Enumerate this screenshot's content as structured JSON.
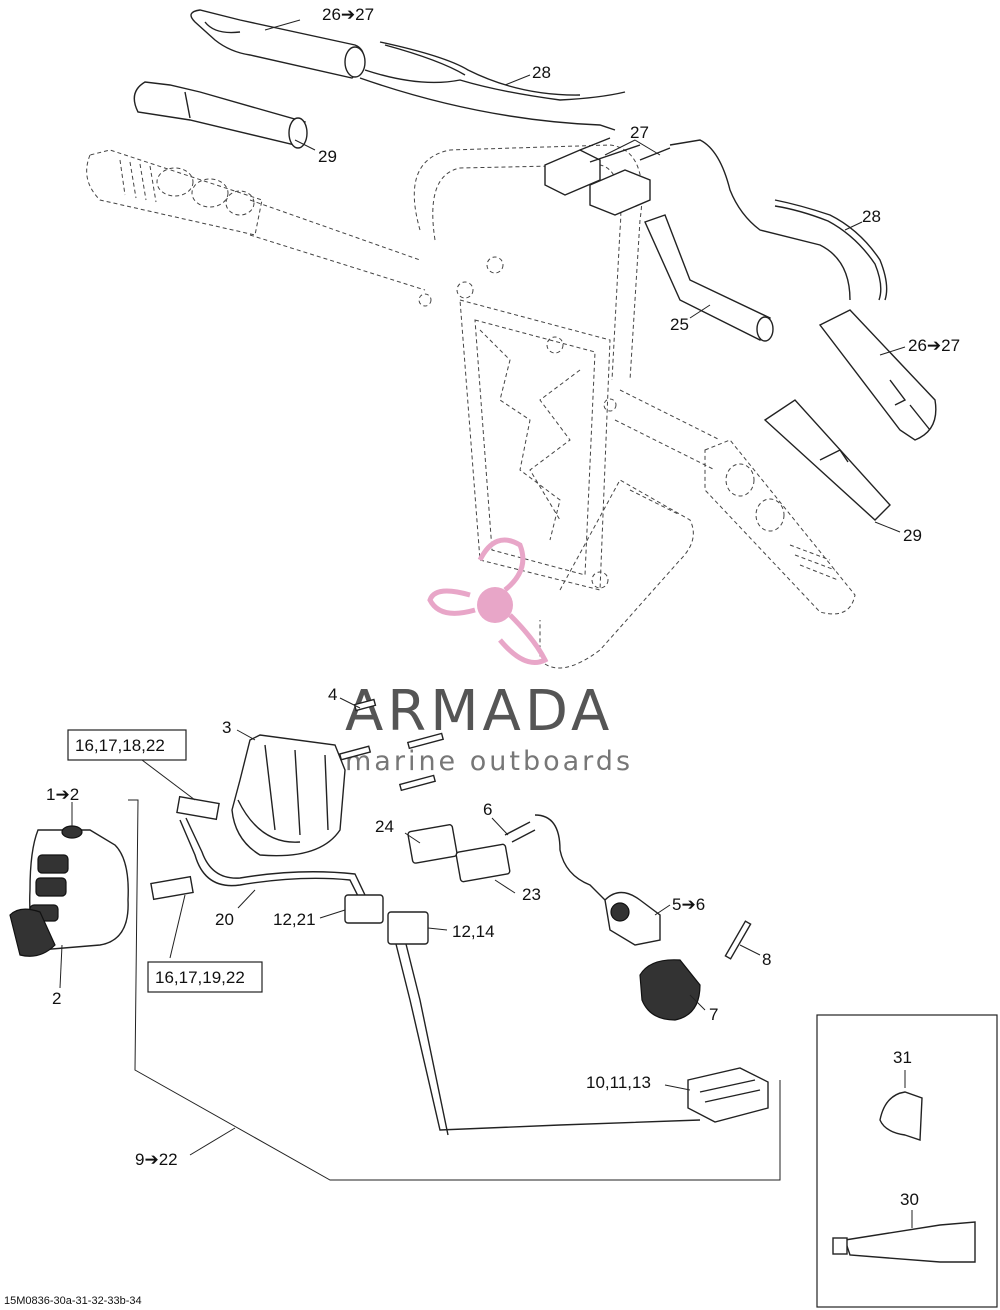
{
  "callouts": {
    "c26_27_top": "26➔27",
    "c28_top": "28",
    "c29_top": "29",
    "c27": "27",
    "c28_right": "28",
    "c25": "25",
    "c26_27_right": "26➔27",
    "c29_right": "29",
    "c4": "4",
    "c3": "3",
    "c1_2": "1➔2",
    "c2": "2",
    "c24": "24",
    "c6": "6",
    "c23": "23",
    "c5_6": "5➔6",
    "c20": "20",
    "c12_21": "12,21",
    "c12_14": "12,14",
    "c8": "8",
    "c7": "7",
    "c10_11_13": "10,11,13",
    "c9_22": "9➔22",
    "c31": "31",
    "c30": "30"
  },
  "boxed_labels": {
    "b16_17_18_22": "16,17,18,22",
    "b16_17_19_22": "16,17,19,22"
  },
  "watermark": {
    "title": "ARMADA",
    "subtitle": "marine outboards",
    "logo_color": "#e8a6c8",
    "text_color": "#555555"
  },
  "reference_code": "15M0836-30a-31-32-33b-34"
}
